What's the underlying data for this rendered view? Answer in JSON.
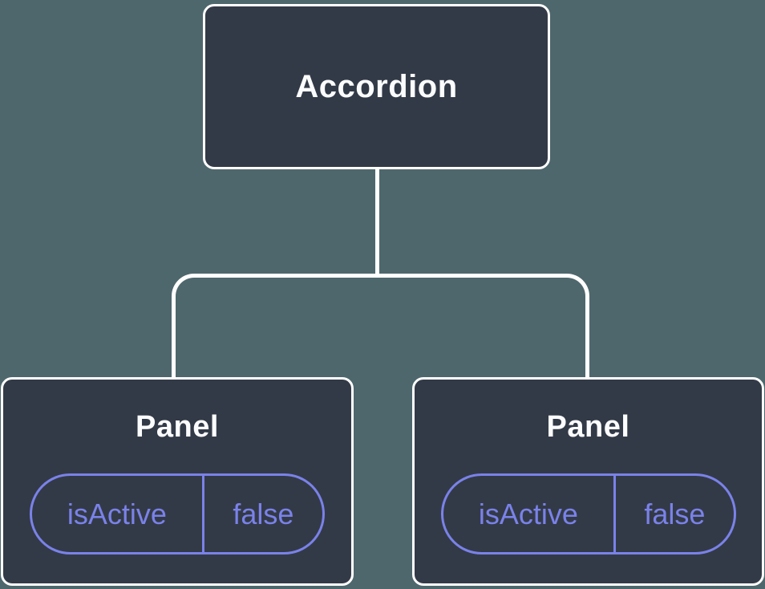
{
  "tree": {
    "root": {
      "label": "Accordion"
    },
    "children": [
      {
        "label": "Panel",
        "state": {
          "key": "isActive",
          "value": "false"
        }
      },
      {
        "label": "Panel",
        "state": {
          "key": "isActive",
          "value": "false"
        }
      }
    ]
  },
  "colors": {
    "background": "#4e676d",
    "node_fill": "#333a47",
    "node_border": "#ffffff",
    "node_text": "#fbfcfd",
    "state_accent": "#7a82e9",
    "connector": "#ffffff"
  }
}
